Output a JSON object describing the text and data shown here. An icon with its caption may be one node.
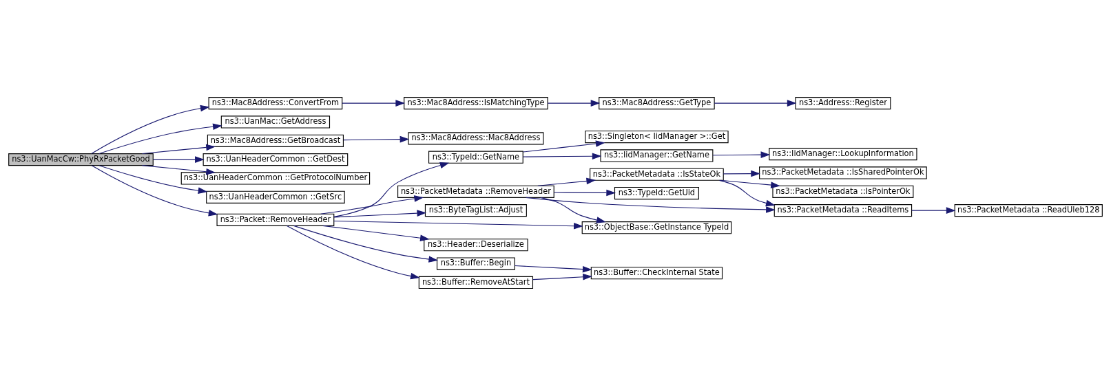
{
  "diagram": {
    "nodes": [
      {
        "text": [
          "ns3::UanMacCw::PhyRxPacketGood"
        ]
      },
      {
        "text": [
          "ns3::Mac8Address::ConvertFrom"
        ]
      },
      {
        "text": [
          "ns3::UanMac::GetAddress"
        ]
      },
      {
        "text": [
          "ns3::Mac8Address::GetBroadcast"
        ]
      },
      {
        "text": [
          "ns3::UanHeaderCommon ::GetDest"
        ]
      },
      {
        "text": [
          "ns3::UanHeaderCommon ::GetProtocolNumber"
        ]
      },
      {
        "text": [
          "ns3::UanHeaderCommon ::GetSrc"
        ]
      },
      {
        "text": [
          "ns3::Packet::RemoveHeader"
        ]
      },
      {
        "text": [
          "ns3::Mac8Address::IsMatchingType"
        ]
      },
      {
        "text": [
          "ns3::Mac8Address::GetType"
        ]
      },
      {
        "text": [
          "ns3::Address::Register"
        ]
      },
      {
        "text": [
          "ns3::Mac8Address::Mac8Address"
        ]
      },
      {
        "text": [
          "ns3::TypeId::GetName"
        ]
      },
      {
        "text": [
          "ns3::PacketMetadata ::RemoveHeader"
        ]
      },
      {
        "text": [
          "ns3::ByteTagList::Adjust"
        ]
      },
      {
        "text": [
          "ns3::ObjectBase::GetInstance TypeId"
        ]
      },
      {
        "text": [
          "ns3::Header::Deserialize"
        ]
      },
      {
        "text": [
          "ns3::Buffer::Begin"
        ]
      },
      {
        "text": [
          "ns3::Buffer::RemoveAtStart"
        ]
      },
      {
        "text": [
          "ns3::Singleton< IidManager >::Get"
        ]
      },
      {
        "text": [
          "ns3::IidManager::GetName"
        ]
      },
      {
        "text": [
          "ns3::IidManager::LookupInformation"
        ]
      },
      {
        "text": [
          "ns3::PacketMetadata ::IsStateOk"
        ]
      },
      {
        "text": [
          "ns3::TypeId::GetUid"
        ]
      },
      {
        "text": [
          "ns3::PacketMetadata ::ReadItems"
        ]
      },
      {
        "text": [
          "ns3::Buffer::CheckInternal State"
        ]
      },
      {
        "text": [
          "ns3::PacketMetadata ::IsSharedPointerOk"
        ]
      },
      {
        "text": [
          "ns3::PacketMetadata ::IsPointerOk"
        ]
      },
      {
        "text": [
          "ns3::PacketMetadata ::ReadUleb128"
        ]
      }
    ],
    "edges": [
      {
        "from": 0,
        "to": 1,
        "arrow": "to"
      },
      {
        "from": 0,
        "to": 2,
        "arrow": "to"
      },
      {
        "from": 0,
        "to": 3,
        "arrow": "to"
      },
      {
        "from": 0,
        "to": 4,
        "arrow": "to"
      },
      {
        "from": 0,
        "to": 5,
        "arrow": "to"
      },
      {
        "from": 0,
        "to": 6,
        "arrow": "to"
      },
      {
        "from": 0,
        "to": 7,
        "arrow": "to"
      },
      {
        "from": 1,
        "to": 8,
        "arrow": "to"
      },
      {
        "from": 8,
        "to": 9,
        "arrow": "to"
      },
      {
        "from": 9,
        "to": 10,
        "arrow": "to"
      },
      {
        "from": 3,
        "to": 11,
        "arrow": "to"
      },
      {
        "from": 7,
        "to": 12,
        "arrow": "to"
      },
      {
        "from": 7,
        "to": 13,
        "arrow": "to"
      },
      {
        "from": 7,
        "to": 14,
        "arrow": "to"
      },
      {
        "from": 7,
        "to": 15,
        "arrow": "to"
      },
      {
        "from": 7,
        "to": 16,
        "arrow": "to"
      },
      {
        "from": 7,
        "to": 17,
        "arrow": "to"
      },
      {
        "from": 7,
        "to": 18,
        "arrow": "to"
      },
      {
        "from": 12,
        "to": 19,
        "arrow": "to"
      },
      {
        "from": 12,
        "to": 20,
        "arrow": "to"
      },
      {
        "from": 20,
        "to": 21,
        "arrow": "to"
      },
      {
        "from": 13,
        "to": 22,
        "arrow": "to"
      },
      {
        "from": 13,
        "to": 24,
        "arrow": "to"
      },
      {
        "from": 13,
        "to": 23,
        "arrow": "to"
      },
      {
        "from": 13,
        "to": 15,
        "arrow": "to"
      },
      {
        "from": 22,
        "to": 26,
        "arrow": "to"
      },
      {
        "from": 22,
        "to": 27,
        "arrow": "to"
      },
      {
        "from": 22,
        "to": 24,
        "arrow": "to"
      },
      {
        "from": 24,
        "to": 28,
        "arrow": "to"
      },
      {
        "from": 17,
        "to": 25,
        "arrow": "to"
      },
      {
        "from": 18,
        "to": 25,
        "arrow": "to"
      }
    ]
  }
}
